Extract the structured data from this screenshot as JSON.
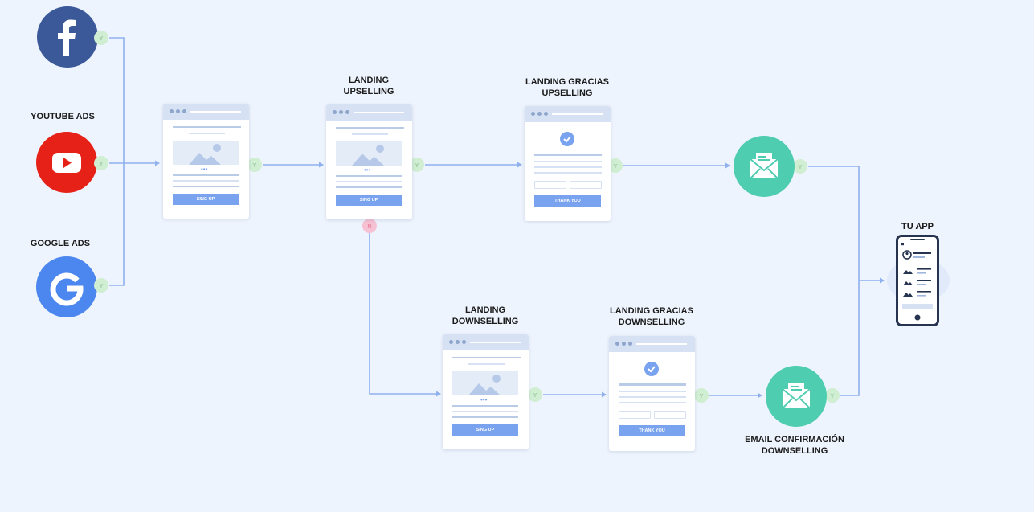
{
  "sources": {
    "facebook": {
      "icon": "facebook-icon",
      "color": "#3b5998"
    },
    "youtube": {
      "label": "YOUTUBE ADS",
      "icon": "youtube-icon",
      "color": "#e62117"
    },
    "google": {
      "label": "GOOGLE ADS",
      "icon": "google-icon",
      "color": "#4c86ef"
    }
  },
  "yes_marker": "Y",
  "no_marker": "N",
  "steps": {
    "optin": {
      "button": "SING UP"
    },
    "landing_upselling": {
      "title_1": "LANDING",
      "title_2": "UPSELLING",
      "button": "SING UP"
    },
    "gracias_upselling": {
      "title_1": "LANDING GRACIAS",
      "title_2": "UPSELLING",
      "button": "THANK YOU"
    },
    "landing_downselling": {
      "title_1": "LANDING",
      "title_2": "DOWNSELLING",
      "button": "SING UP"
    },
    "gracias_downselling": {
      "title_1": "LANDING GRACIAS",
      "title_2": "DOWNSELLING",
      "button": "THANK YOU"
    },
    "email_upselling": {
      "icon": "email-icon",
      "color": "#4fcdb0"
    },
    "email_downselling": {
      "title_1": "EMAIL CONFIRMACIÓN",
      "title_2": "DOWNSELLING",
      "icon": "email-icon",
      "color": "#4fcdb0"
    },
    "app": {
      "title": "TU APP",
      "icon": "phone-icon"
    }
  },
  "colors": {
    "connector": "#8fb1ee",
    "yes": "#cfeed2",
    "no": "#f6c1d2",
    "background": "#eef4fd"
  }
}
